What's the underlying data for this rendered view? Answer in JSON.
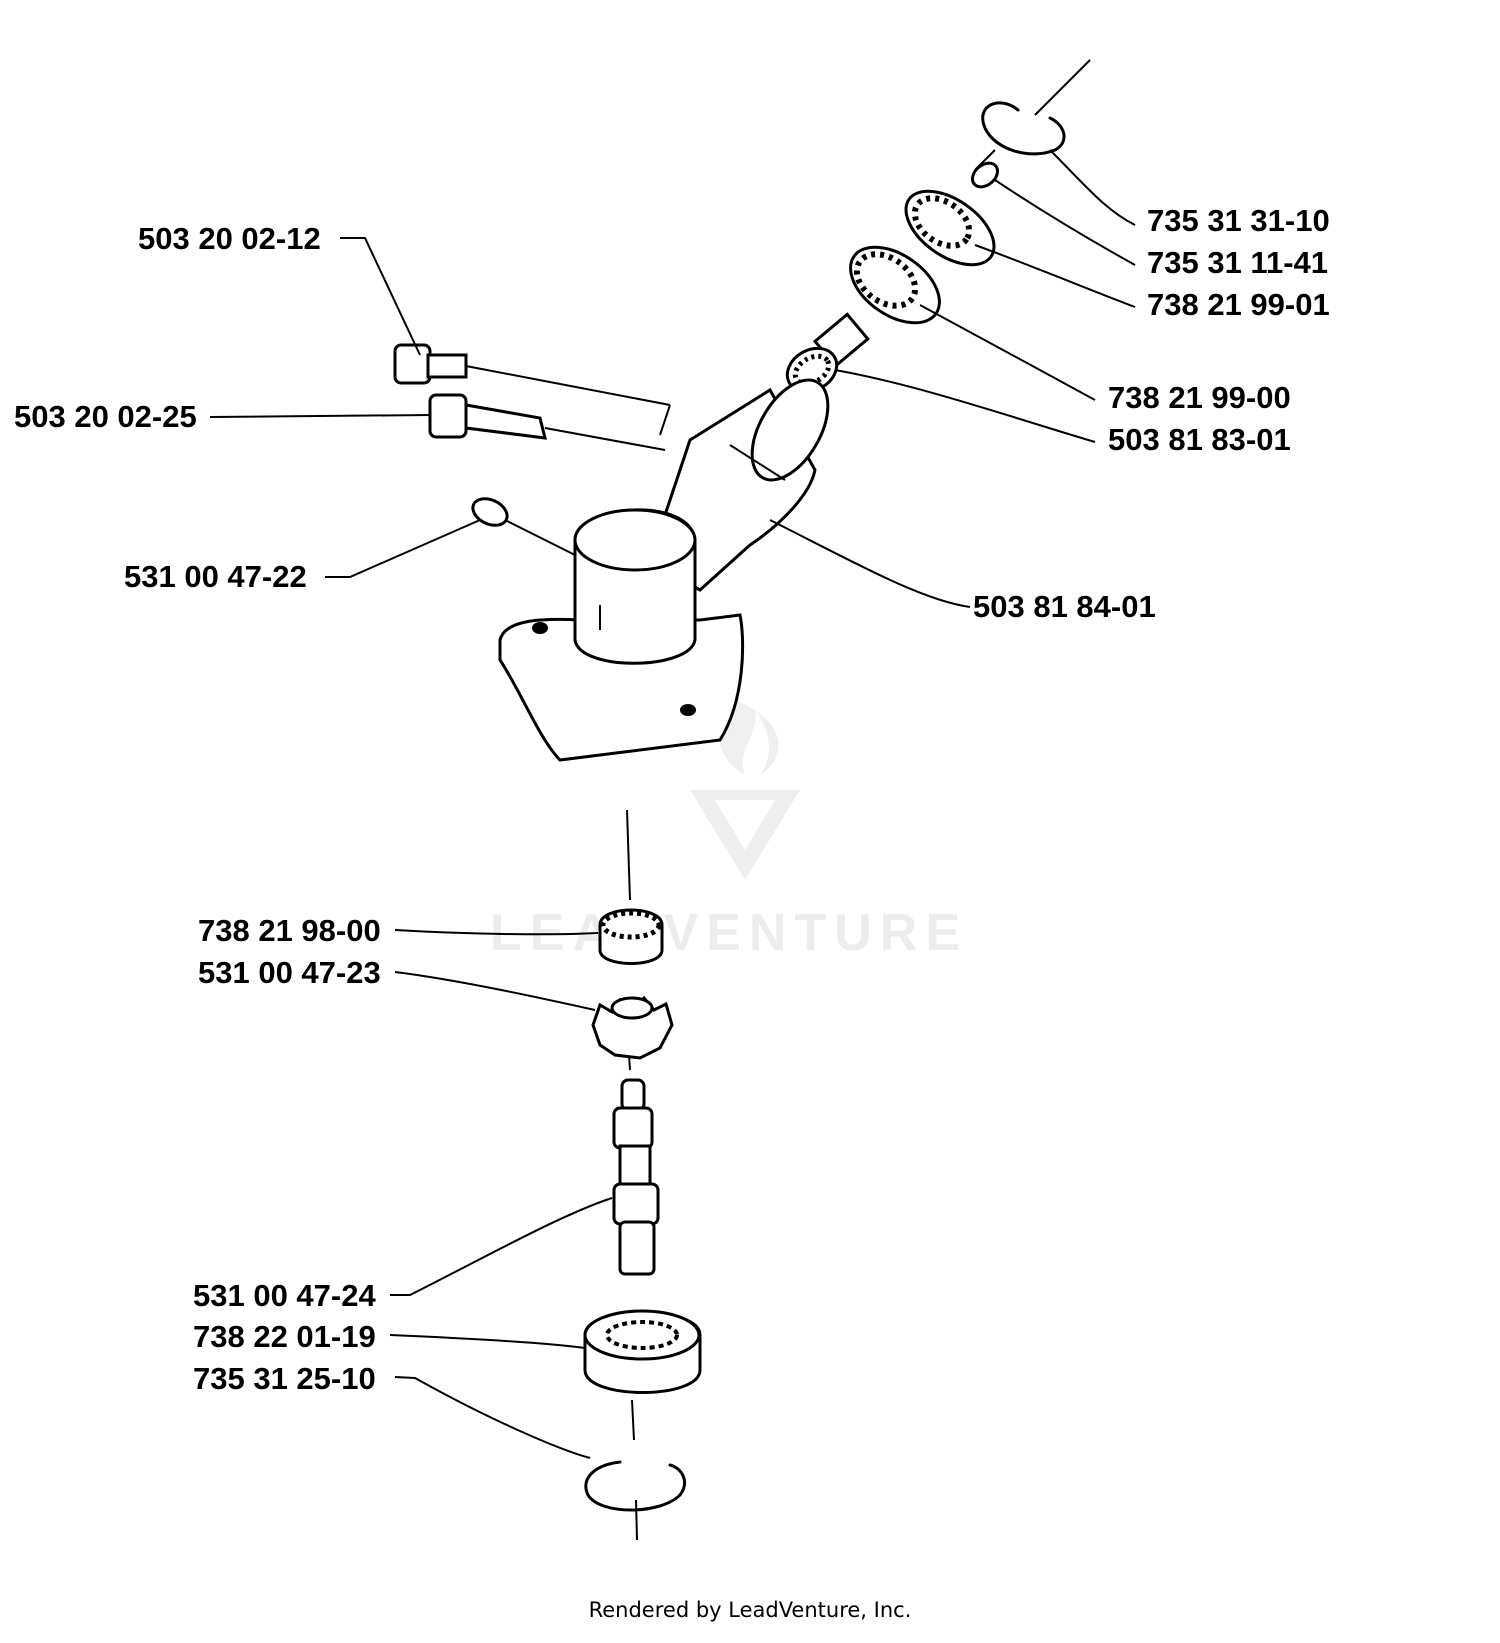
{
  "watermark": {
    "text": "LEADVENTURE"
  },
  "footer": {
    "text": "Rendered by LeadVenture, Inc."
  },
  "parts": {
    "p735_31_31_10": "735 31 31-10",
    "p735_31_11_41": "735 31 11-41",
    "p738_21_99_01": "738 21 99-01",
    "p738_21_99_00": "738 21 99-00",
    "p503_81_83_01": "503 81 83-01",
    "p503_20_02_12": "503 20 02-12",
    "p503_20_02_25": "503 20 02-25",
    "p531_00_47_22": "531 00 47-22",
    "p503_81_84_01": "503 81 84-01",
    "p738_21_98_00": "738 21 98-00",
    "p531_00_47_23": "531 00 47-23",
    "p531_00_47_24": "531 00 47-24",
    "p738_22_01_19": "738 22 01-19",
    "p735_31_25_10": "735 31 25-10"
  }
}
